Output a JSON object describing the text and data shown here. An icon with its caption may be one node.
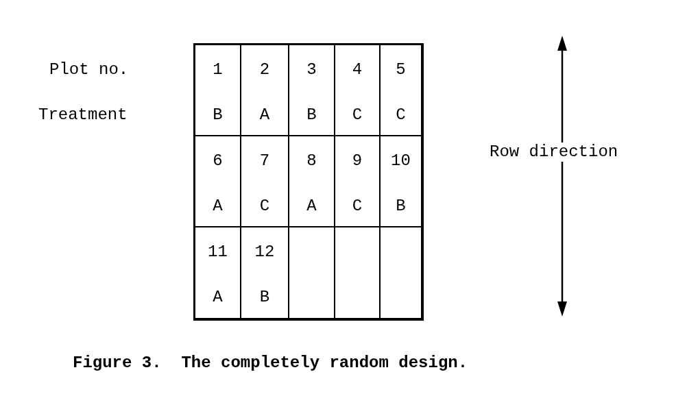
{
  "diagram": {
    "caption": "Figure 3.  The completely random design.",
    "nodes": [
      {
        "text": [],
        "shape": "box"
      },
      {
        "text": [
          "1",
          "B"
        ],
        "in": 0
      },
      {
        "text": [
          "2",
          "A"
        ],
        "in": 0
      },
      {
        "text": [
          "3",
          "B"
        ],
        "in": 0
      },
      {
        "text": [
          "4",
          "C"
        ],
        "in": 0
      },
      {
        "text": [
          "5",
          "C"
        ],
        "in": 0
      },
      {
        "text": [
          "6",
          "A"
        ],
        "in": 0
      },
      {
        "text": [
          "7",
          "C"
        ],
        "in": 0
      },
      {
        "text": [
          "8",
          "A"
        ],
        "in": 0
      },
      {
        "text": [
          "9",
          "C"
        ],
        "in": 0
      },
      {
        "text": [
          "10",
          "B"
        ],
        "in": 0
      },
      {
        "text": [
          "11",
          "A"
        ],
        "in": 0
      },
      {
        "text": [
          "12",
          "B"
        ],
        "in": 0
      },
      {
        "text": [],
        "shape": "box",
        "in": 0
      },
      {
        "text": [],
        "shape": "box",
        "in": 0
      },
      {
        "text": [],
        "shape": "box",
        "in": 0
      }
    ],
    "labels": [
      "Plot no.",
      "Treatment",
      "Row direction"
    ]
  }
}
